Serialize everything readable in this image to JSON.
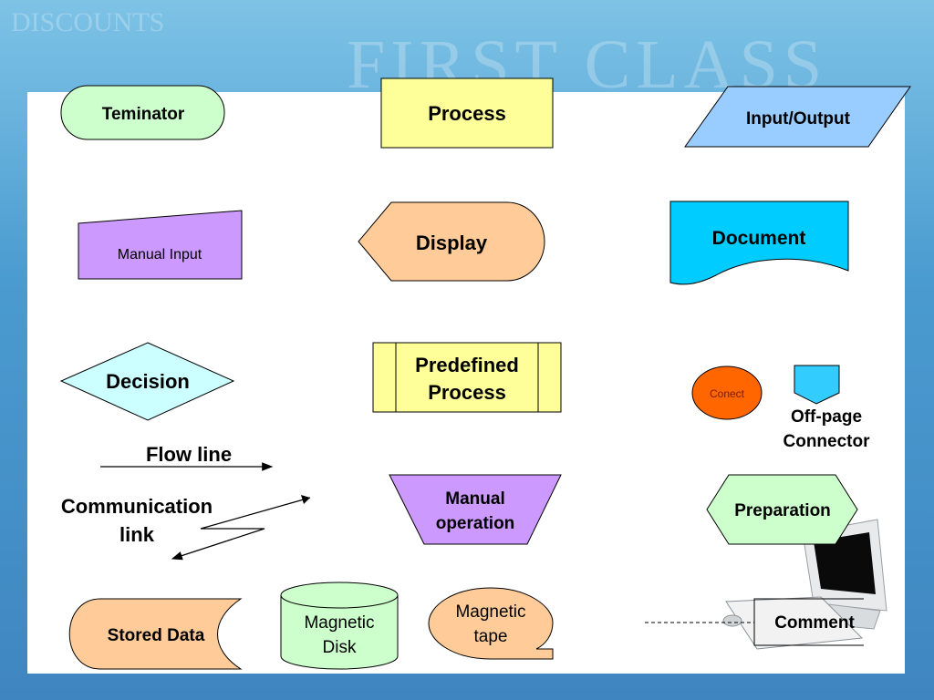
{
  "background": {
    "texts": [
      "DISCOUNTS",
      "FIRST CLASS"
    ]
  },
  "colors": {
    "terminator": "#ccffcc",
    "process": "#ffff99",
    "io": "#99ccff",
    "manual_input": "#cc99ff",
    "display": "#ffcc99",
    "document": "#00ccff",
    "decision": "#ccffff",
    "predefined": "#ffff99",
    "connector": "#ff6600",
    "offpage": "#33ccff",
    "manual_op": "#cc99ff",
    "preparation": "#ccffcc",
    "stored": "#ffcc99",
    "disk": "#ccffcc",
    "tape": "#ffcc99"
  },
  "shapes": {
    "terminator": "Teminator",
    "process": "Process",
    "input_output": "Input/Output",
    "manual_input": "Manual Input",
    "display": "Display",
    "document": "Document",
    "decision": "Decision",
    "predefined_process_1": "Predefined",
    "predefined_process_2": "Process",
    "connector": "Conect",
    "offpage_connector_1": "Off-page",
    "offpage_connector_2": "Connector",
    "flow_line": "Flow line",
    "communication_link_1": "Communication",
    "communication_link_2": "link",
    "manual_operation_1": "Manual",
    "manual_operation_2": "operation",
    "preparation": "Preparation",
    "stored_data": "Stored Data",
    "magnetic_disk_1": "Magnetic",
    "magnetic_disk_2": "Disk",
    "magnetic_tape_1": "Magnetic",
    "magnetic_tape_2": "tape",
    "comment": "Comment"
  }
}
